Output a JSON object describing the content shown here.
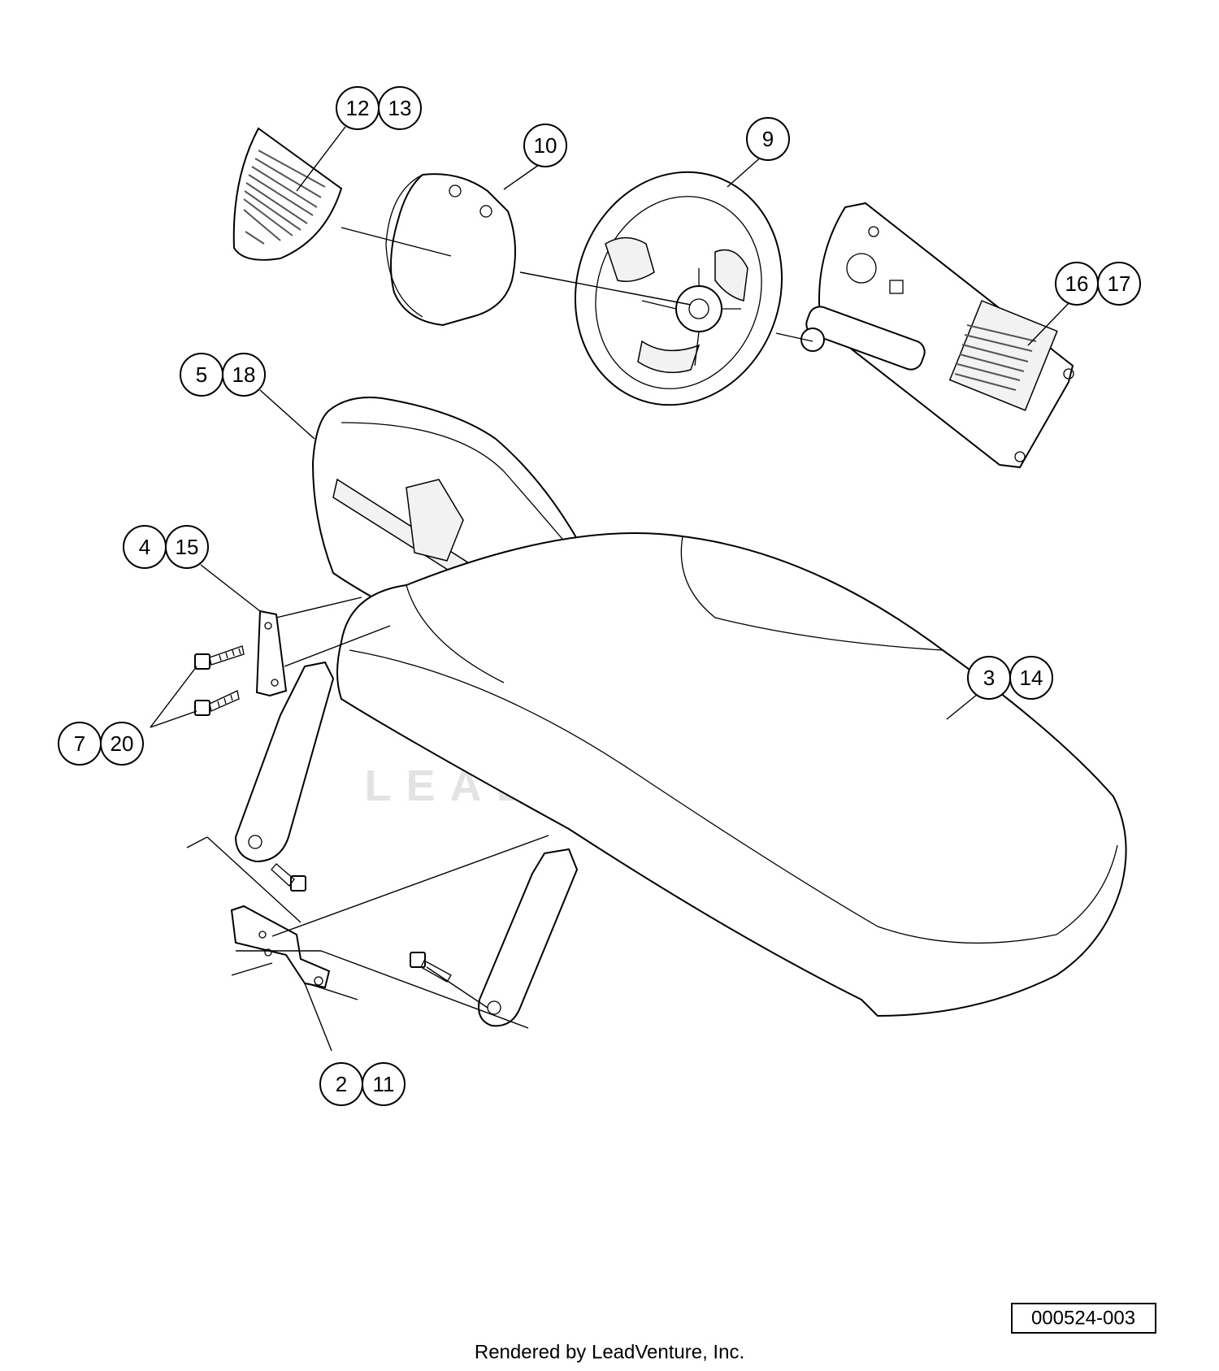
{
  "callouts": [
    {
      "id": "c-12-13",
      "labels": [
        "12",
        "13"
      ]
    },
    {
      "id": "c-10",
      "labels": [
        "10"
      ]
    },
    {
      "id": "c-9",
      "labels": [
        "9"
      ]
    },
    {
      "id": "c-16-17",
      "labels": [
        "16",
        "17"
      ]
    },
    {
      "id": "c-5-18",
      "labels": [
        "5",
        "18"
      ]
    },
    {
      "id": "c-4-15",
      "labels": [
        "4",
        "15"
      ]
    },
    {
      "id": "c-3-14",
      "labels": [
        "3",
        "14"
      ]
    },
    {
      "id": "c-7-20",
      "labels": [
        "7",
        "20"
      ]
    },
    {
      "id": "c-2-11",
      "labels": [
        "2",
        "11"
      ]
    }
  ],
  "watermark": "LEADVENTURE",
  "drawing_id": "000524-003",
  "footer": "Rendered by LeadVenture, Inc."
}
